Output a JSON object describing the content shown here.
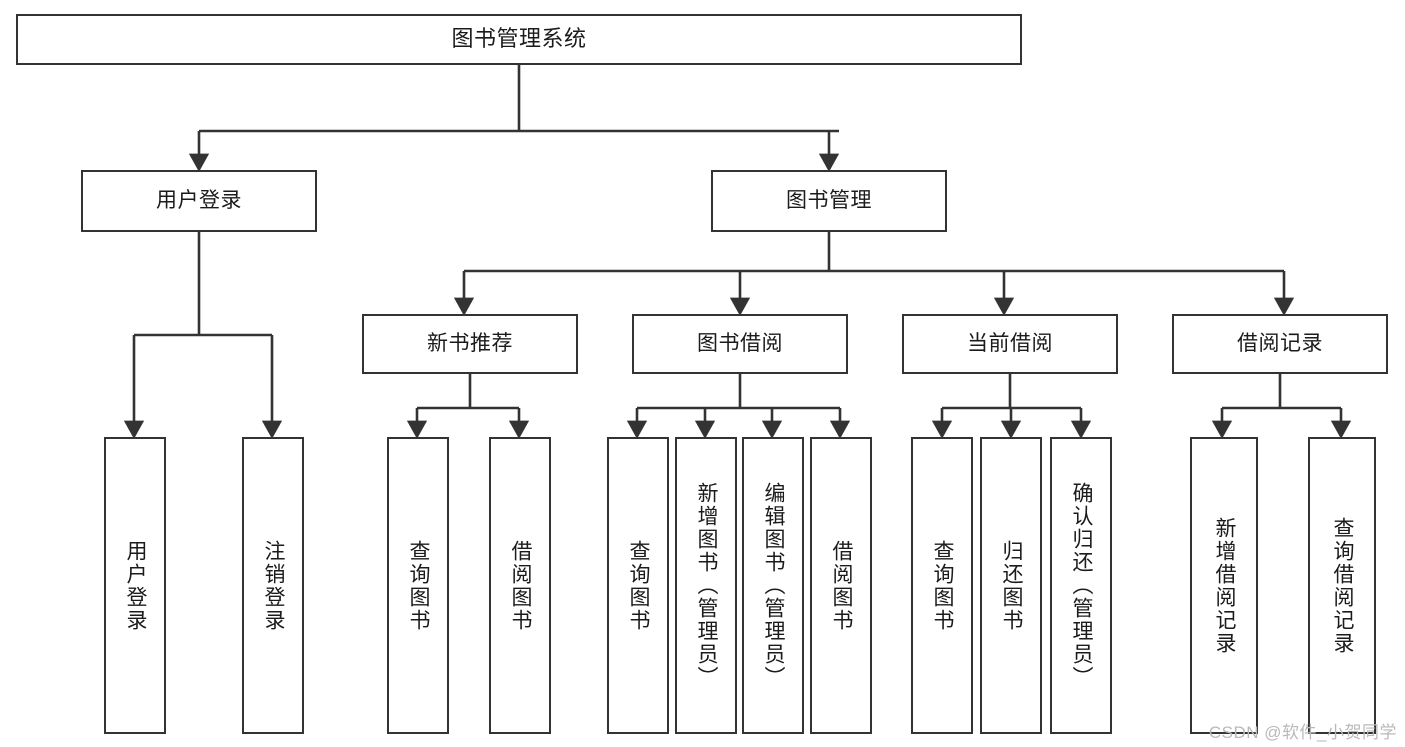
{
  "diagram": {
    "title": "图书管理系统",
    "type": "hierarchy-tree",
    "watermark": "CSDN @软件_小贺同学",
    "colors": {
      "stroke": "#333333",
      "fill": "#ffffff",
      "text": "#1b1b1b",
      "watermark": "#b9b9b9"
    },
    "levels": {
      "root": {
        "label": "图书管理系统"
      },
      "level2": [
        {
          "id": "user-login",
          "label": "用户登录"
        },
        {
          "id": "book-manage",
          "label": "图书管理"
        }
      ],
      "level3": [
        {
          "id": "new-book-recommend",
          "label": "新书推荐"
        },
        {
          "id": "book-borrow",
          "label": "图书借阅"
        },
        {
          "id": "current-borrow",
          "label": "当前借阅"
        },
        {
          "id": "borrow-record",
          "label": "借阅记录"
        }
      ],
      "leaves": {
        "user-login": [
          {
            "id": "leaf-user-login",
            "label": "用户登录"
          },
          {
            "id": "leaf-user-logout",
            "label": "注销登录"
          }
        ],
        "new-book-recommend": [
          {
            "id": "leaf-query-book-1",
            "label": "查询图书"
          },
          {
            "id": "leaf-borrow-book-1",
            "label": "借阅图书"
          }
        ],
        "book-borrow": [
          {
            "id": "leaf-query-book-2",
            "label": "查询图书"
          },
          {
            "id": "leaf-add-book",
            "label": "新增图书（管理员）"
          },
          {
            "id": "leaf-edit-book",
            "label": "编辑图书（管理员）"
          },
          {
            "id": "leaf-borrow-book-2",
            "label": "借阅图书"
          }
        ],
        "current-borrow": [
          {
            "id": "leaf-query-book-3",
            "label": "查询图书"
          },
          {
            "id": "leaf-return-book",
            "label": "归还图书"
          },
          {
            "id": "leaf-confirm-return",
            "label": "确认归还（管理员）"
          }
        ],
        "borrow-record": [
          {
            "id": "leaf-add-record",
            "label": "新增借阅记录"
          },
          {
            "id": "leaf-query-record",
            "label": "查询借阅记录"
          }
        ]
      }
    }
  }
}
